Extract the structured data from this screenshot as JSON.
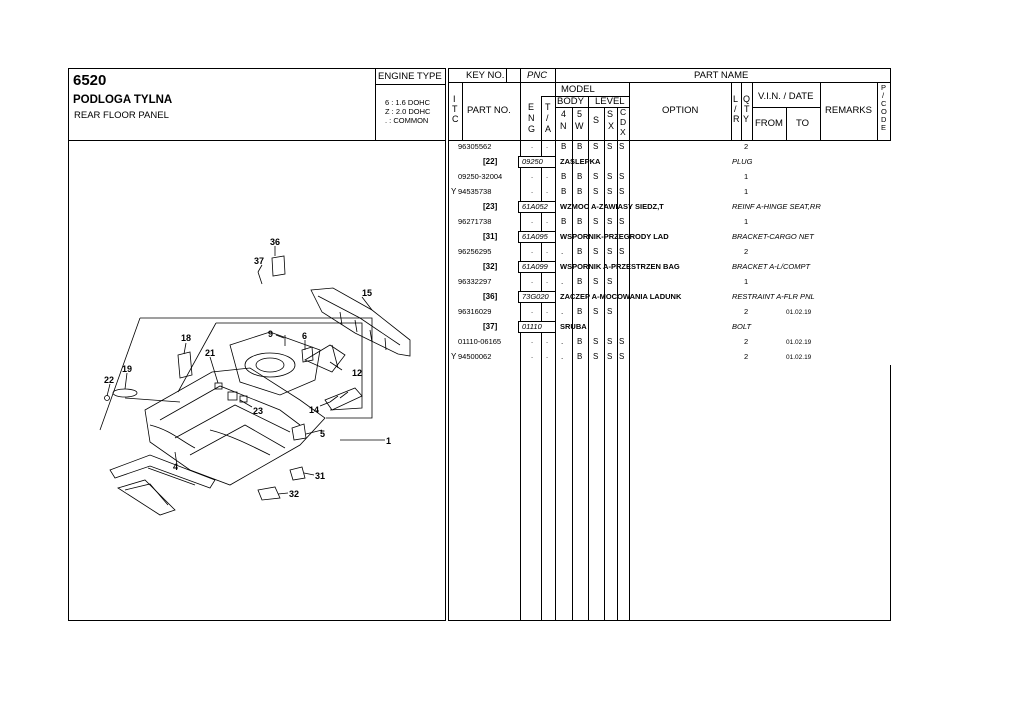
{
  "left_header": {
    "code": "6520",
    "title_pl": "PODLOGA TYLNA",
    "title_en": "REAR FLOOR PANEL",
    "engine_type_label": "ENGINE TYPE",
    "engine_lines": [
      "6 : 1.6 DOHC",
      "Z : 2.0 DOHC",
      ". : COMMON"
    ]
  },
  "table_header": {
    "key_no": "KEY NO.",
    "pnc": "PNC",
    "part_name": "PART NAME",
    "itc": [
      "I",
      "T",
      "C"
    ],
    "part_no": "PART NO.",
    "model": "MODEL",
    "body": "BODY",
    "level": "LEVEL",
    "eng": [
      "E",
      "N",
      "G"
    ],
    "ta": [
      "T",
      "/",
      "A"
    ],
    "b4n": [
      "4",
      "N"
    ],
    "b5w": [
      "5",
      "W"
    ],
    "s": "S",
    "sx": [
      "S",
      "X"
    ],
    "cdx": [
      "C",
      "D",
      "X"
    ],
    "option": "OPTION",
    "lr": [
      "L",
      "/",
      "R"
    ],
    "qty": [
      "Q",
      "T",
      "Y"
    ],
    "vin_date": "V.I.N. / DATE",
    "from": "FROM",
    "to": "TO",
    "remarks": "REMARKS",
    "pcode": [
      "P",
      "/",
      "C",
      "O",
      "D",
      "E"
    ]
  },
  "rows": [
    {
      "type": "part",
      "itc": "",
      "part_no": "96305562",
      "eng": ".",
      "ta": ".",
      "b4n": "B",
      "b5w": "B",
      "s": "S",
      "sx": "S",
      "cdx": "S",
      "qty": "2",
      "from": ""
    },
    {
      "type": "key",
      "key": "[22]",
      "pnc": "09250",
      "name": "ZASLEPKA",
      "name_en": "PLUG"
    },
    {
      "type": "part",
      "itc": "",
      "part_no": "09250-32004",
      "eng": ".",
      "ta": ".",
      "b4n": "B",
      "b5w": "B",
      "s": "S",
      "sx": "S",
      "cdx": "S",
      "qty": "1",
      "from": ""
    },
    {
      "type": "part",
      "itc": "Y",
      "part_no": "94535738",
      "eng": ".",
      "ta": ".",
      "b4n": "B",
      "b5w": "B",
      "s": "S",
      "sx": "S",
      "cdx": "S",
      "qty": "1",
      "from": ""
    },
    {
      "type": "key",
      "key": "[23]",
      "pnc": "61A052",
      "name": "WZMOC A-ZAWIASY SIEDZ,T",
      "name_en": "REINF A-HINGE SEAT,RR"
    },
    {
      "type": "part",
      "itc": "",
      "part_no": "96271738",
      "eng": ".",
      "ta": ".",
      "b4n": "B",
      "b5w": "B",
      "s": "S",
      "sx": "S",
      "cdx": "S",
      "qty": "1",
      "from": ""
    },
    {
      "type": "key",
      "key": "[31]",
      "pnc": "61A095",
      "name": "WSPORNIK-PRZEGRODY LAD",
      "name_en": "BRACKET-CARGO NET"
    },
    {
      "type": "part",
      "itc": "",
      "part_no": "96256295",
      "eng": ".",
      "ta": ".",
      "b4n": ".",
      "b5w": "B",
      "s": "S",
      "sx": "S",
      "cdx": "S",
      "qty": "2",
      "from": ""
    },
    {
      "type": "key",
      "key": "[32]",
      "pnc": "61A099",
      "name": "WSPORNIK A-PRZESTRZEN BAG",
      "name_en": "BRACKET A-L/COMPT"
    },
    {
      "type": "part",
      "itc": "",
      "part_no": "96332297",
      "eng": ".",
      "ta": ".",
      "b4n": ".",
      "b5w": "B",
      "s": "S",
      "sx": "S",
      "cdx": "",
      "qty": "1",
      "from": ""
    },
    {
      "type": "key",
      "key": "[36]",
      "pnc": "73G020",
      "name": "ZACZEP A-MOCOWANIA LADUNK",
      "name_en": "RESTRAINT A-FLR PNL"
    },
    {
      "type": "part",
      "itc": "",
      "part_no": "96316029",
      "eng": ".",
      "ta": ".",
      "b4n": ".",
      "b5w": "B",
      "s": "S",
      "sx": "S",
      "cdx": "",
      "qty": "2",
      "from": "01.02.19"
    },
    {
      "type": "key",
      "key": "[37]",
      "pnc": "01110",
      "name": "SRUBA",
      "name_en": "BOLT"
    },
    {
      "type": "part",
      "itc": "",
      "part_no": "01110-06165",
      "eng": ".",
      "ta": ".",
      "b4n": ".",
      "b5w": "B",
      "s": "S",
      "sx": "S",
      "cdx": "S",
      "qty": "2",
      "from": "01.02.19"
    },
    {
      "type": "part",
      "itc": "Y",
      "part_no": "94500062",
      "eng": ".",
      "ta": ".",
      "b4n": ".",
      "b5w": "B",
      "s": "S",
      "sx": "S",
      "cdx": "S",
      "qty": "2",
      "from": "01.02.19"
    }
  ],
  "diagram_labels": [
    "36",
    "37",
    "15",
    "18",
    "21",
    "9",
    "6",
    "19",
    "22",
    "12",
    "23",
    "14",
    "5",
    "1",
    "4",
    "31",
    "32"
  ]
}
